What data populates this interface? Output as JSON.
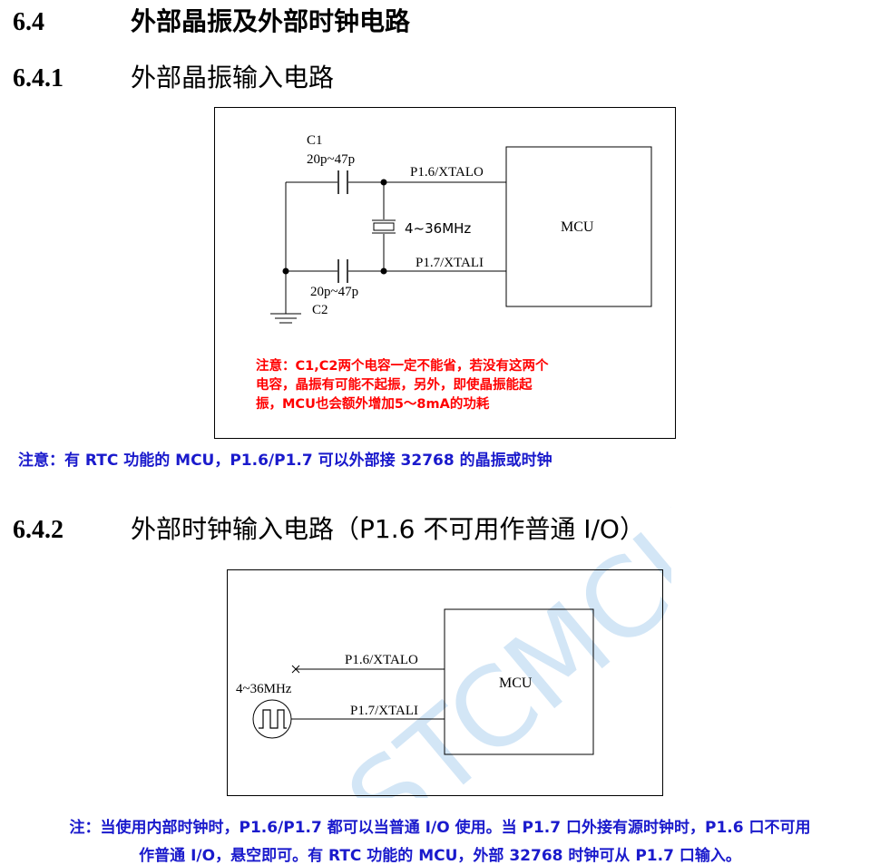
{
  "section_64": {
    "number": "6.4",
    "title": "外部晶振及外部时钟电路"
  },
  "section_641": {
    "number": "6.4.1",
    "title": "外部晶振输入电路"
  },
  "section_642": {
    "number": "6.4.2",
    "title": "外部时钟输入电路（P1.6 不可用作普通 I/O）"
  },
  "diagram1": {
    "c1_name": "C1",
    "c1_value": "20p~47p",
    "c2_value": "20p~47p",
    "c2_name": "C2",
    "crystal_freq": "4~36MHz",
    "pin_xtalo": "P1.6/XTALO",
    "pin_xtali": "P1.7/XTALI",
    "mcu_label": "MCU",
    "warning_lines": [
      "注意：C1,C2两个电容一定不能省，若没有这两个",
      "电容，晶振有可能不起振，另外，即使晶振能起",
      "振，MCU也会额外增加5～8mA的功耗"
    ]
  },
  "note1": "注意：有 RTC 功能的 MCU，P1.6/P1.7 可以外部接 32768 的晶振或时钟",
  "diagram2": {
    "pin_xtalo": "P1.6/XTALO",
    "pin_xtali": "P1.7/XTALI",
    "mcu_label": "MCU",
    "osc_freq": "4~36MHz"
  },
  "note2_line1": "注：当使用内部时钟时，P1.6/P1.7 都可以当普通 I/O 使用。当 P1.7 口外接有源时钟时，P1.6 口不可用",
  "note2_line2": "作普通 I/O，悬空即可。有 RTC 功能的 MCU，外部 32768 时钟可从 P1.7 口输入。",
  "watermark": "STCMCU",
  "colors": {
    "warning": "#ff0000",
    "note": "#1a1acc",
    "watermark": "#cde3f5"
  }
}
